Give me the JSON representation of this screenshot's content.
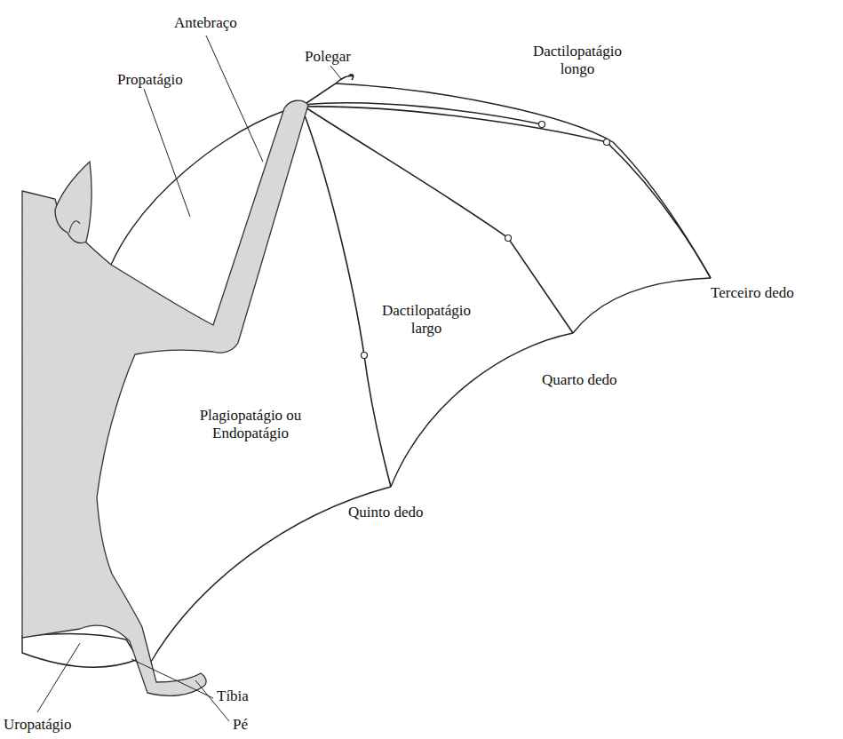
{
  "diagram": {
    "labels": [
      "Antebraço",
      "Polegar",
      "Propatágio",
      "Dactilopatágio longo",
      "Dactilopatágio largo",
      "Terceiro dedo",
      "Quarto dedo",
      "Plagiopatágio ou Endopatágio",
      "Quinto dedo",
      "Tíbia",
      "Pé",
      "Uropatágio"
    ]
  }
}
